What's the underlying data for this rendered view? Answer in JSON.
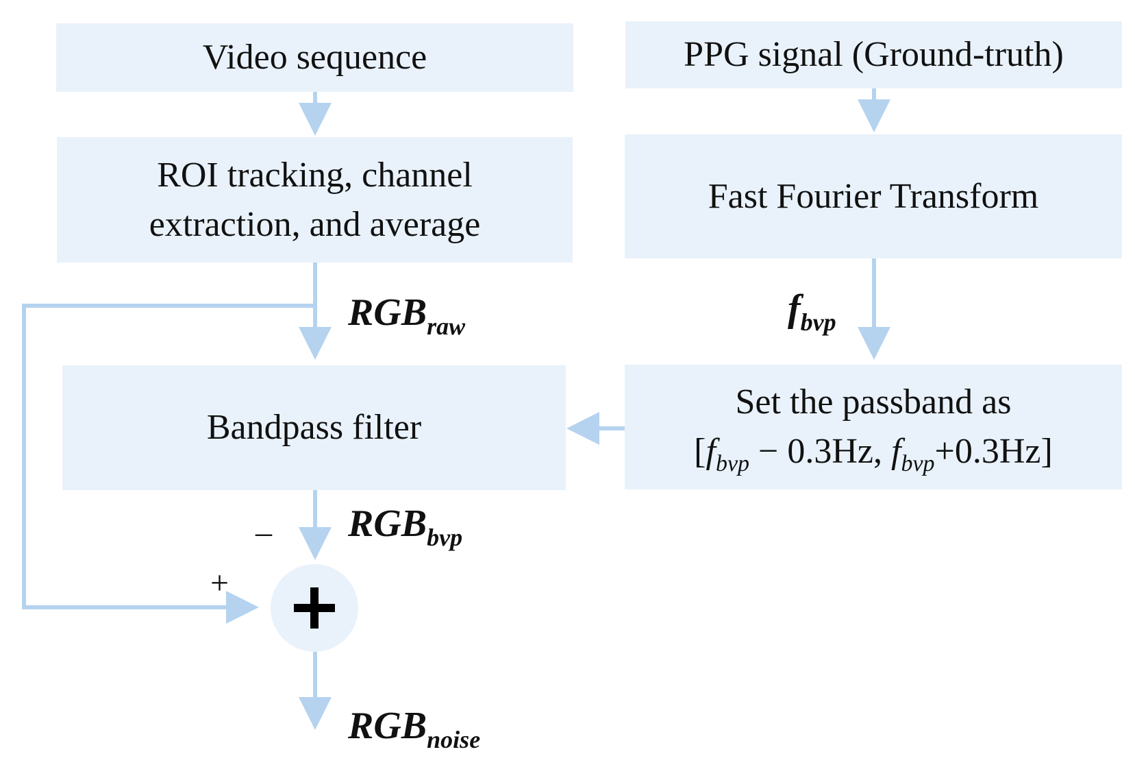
{
  "boxes": {
    "video": "Video sequence",
    "ppg": "PPG signal (Ground-truth)",
    "roi_line1": "ROI tracking, channel",
    "roi_line2": "extraction, and average",
    "fft": "Fast Fourier Transform",
    "bandpass": "Bandpass filter",
    "passband_line1": "Set the passband as",
    "passband": {
      "open": "[",
      "f1": "f",
      "sub1": "bvp",
      "mid": " − 0.3Hz, ",
      "f2": "f",
      "sub2": "bvp",
      "close": "+0.3Hz]"
    }
  },
  "labels": {
    "rgb_raw": {
      "main": "RGB",
      "sub": "raw"
    },
    "f_bvp": {
      "main": "f",
      "sub": "bvp"
    },
    "rgb_bvp": {
      "main": "RGB",
      "sub": "bvp"
    },
    "rgb_noise": {
      "main": "RGB",
      "sub": "noise"
    },
    "minus": "–",
    "plus": "+"
  },
  "colors": {
    "box_fill": "#e9f2fb",
    "arrow": "#b5d3ef"
  }
}
